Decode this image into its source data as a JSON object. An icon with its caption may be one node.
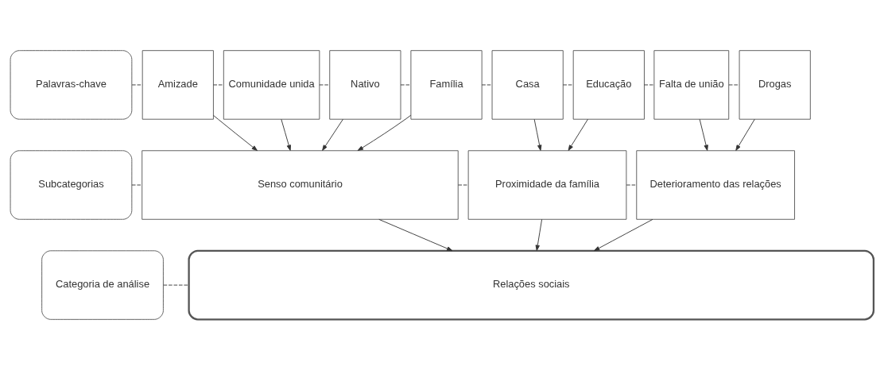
{
  "diagram": {
    "nodes": [
      {
        "text": [
          "Palavras-chave"
        ]
      },
      {
        "text": [
          "Amizade"
        ]
      },
      {
        "text": [
          "Comunidade unida"
        ]
      },
      {
        "text": [
          "Nativo"
        ]
      },
      {
        "text": [
          "Família"
        ]
      },
      {
        "text": [
          "Casa"
        ]
      },
      {
        "text": [
          "Educação"
        ]
      },
      {
        "text": [
          "Falta de união"
        ]
      },
      {
        "text": [
          "Drogas"
        ]
      },
      {
        "text": [
          "Subcategorias"
        ]
      },
      {
        "text": [
          "Senso comunitário"
        ]
      },
      {
        "text": [
          "Proximidade da família"
        ]
      },
      {
        "text": [
          "Deterioramento das relações"
        ]
      },
      {
        "text": [
          "Categoria de análise"
        ]
      },
      {
        "text": [
          "Relações sociais"
        ]
      }
    ],
    "edges": [
      {
        "from": 0,
        "to": 1,
        "arrow": "none",
        "style": "dashed"
      },
      {
        "from": 1,
        "to": 2,
        "arrow": "none",
        "style": "dashed"
      },
      {
        "from": 2,
        "to": 3,
        "arrow": "none",
        "style": "dashed"
      },
      {
        "from": 3,
        "to": 4,
        "arrow": "none",
        "style": "dashed"
      },
      {
        "from": 4,
        "to": 5,
        "arrow": "none",
        "style": "dashed"
      },
      {
        "from": 5,
        "to": 6,
        "arrow": "none",
        "style": "dashed"
      },
      {
        "from": 6,
        "to": 7,
        "arrow": "none",
        "style": "dashed"
      },
      {
        "from": 7,
        "to": 8,
        "arrow": "none",
        "style": "dashed"
      },
      {
        "from": 9,
        "to": 10,
        "arrow": "none",
        "style": "dashed"
      },
      {
        "from": 10,
        "to": 11,
        "arrow": "none",
        "style": "dashed"
      },
      {
        "from": 11,
        "to": 12,
        "arrow": "none",
        "style": "dashed"
      },
      {
        "from": 13,
        "to": 14,
        "arrow": "none",
        "style": "dashed"
      },
      {
        "from": 1,
        "to": 10,
        "arrow": "to"
      },
      {
        "from": 2,
        "to": 10,
        "arrow": "to"
      },
      {
        "from": 3,
        "to": 10,
        "arrow": "to"
      },
      {
        "from": 4,
        "to": 10,
        "arrow": "to"
      },
      {
        "from": 5,
        "to": 11,
        "arrow": "to"
      },
      {
        "from": 6,
        "to": 11,
        "arrow": "to"
      },
      {
        "from": 7,
        "to": 12,
        "arrow": "to"
      },
      {
        "from": 8,
        "to": 12,
        "arrow": "to"
      },
      {
        "from": 10,
        "to": 14,
        "arrow": "to"
      },
      {
        "from": 11,
        "to": 14,
        "arrow": "to"
      },
      {
        "from": 12,
        "to": 14,
        "arrow": "to"
      }
    ]
  }
}
